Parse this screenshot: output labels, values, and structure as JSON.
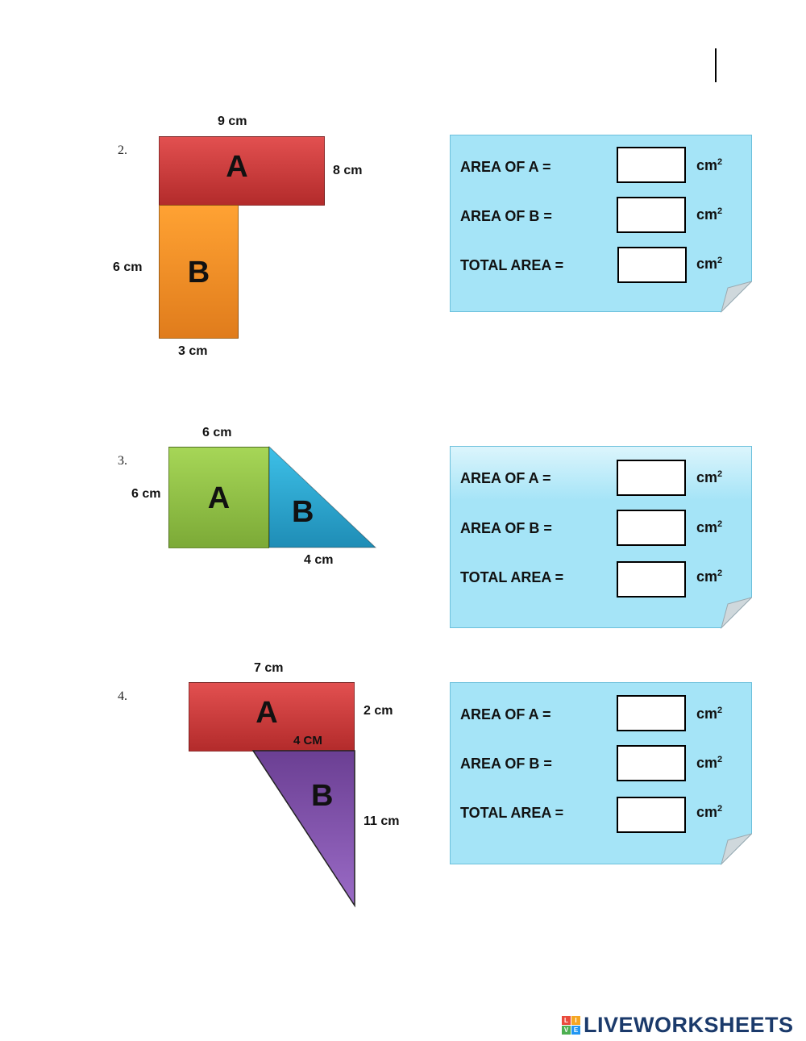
{
  "questions": [
    {
      "number": "2.",
      "dims": {
        "top": "9 cm",
        "right": "8 cm",
        "left": "6 cm",
        "bottom": "3 cm"
      },
      "shape_labels": {
        "a": "A",
        "b": "B"
      },
      "answers": {
        "area_a_label": "AREA OF A =",
        "area_b_label": "AREA OF B =",
        "total_label": "TOTAL AREA =",
        "unit": "cm",
        "unit_exp": "2"
      }
    },
    {
      "number": "3.",
      "dims": {
        "top": "6 cm",
        "left": "6 cm",
        "bottom": "4 cm"
      },
      "shape_labels": {
        "a": "A",
        "b": "B"
      },
      "answers": {
        "area_a_label": "AREA OF A =",
        "area_b_label": "AREA OF B =",
        "total_label": "TOTAL AREA =",
        "unit": "cm",
        "unit_exp": "2"
      }
    },
    {
      "number": "4.",
      "dims": {
        "top": "7 cm",
        "right": "2 cm",
        "inner": "4 CM",
        "triangle_side": "11 cm"
      },
      "shape_labels": {
        "a": "A",
        "b": "B"
      },
      "answers": {
        "area_a_label": "AREA OF A =",
        "area_b_label": "AREA OF B =",
        "total_label": "TOTAL AREA =",
        "unit": "cm",
        "unit_exp": "2"
      }
    }
  ],
  "colors": {
    "card": "#a5e4f7",
    "red": "#c93a3a",
    "orange": "#f28f24",
    "green": "#90c246",
    "blue_triangle": "#2aa6d1",
    "purple_triangle": "#7d4fa3"
  },
  "footer": {
    "logo_text": "LIVEWORKSHEETS",
    "logo_mark": [
      "L",
      "I",
      "V",
      "E"
    ]
  }
}
